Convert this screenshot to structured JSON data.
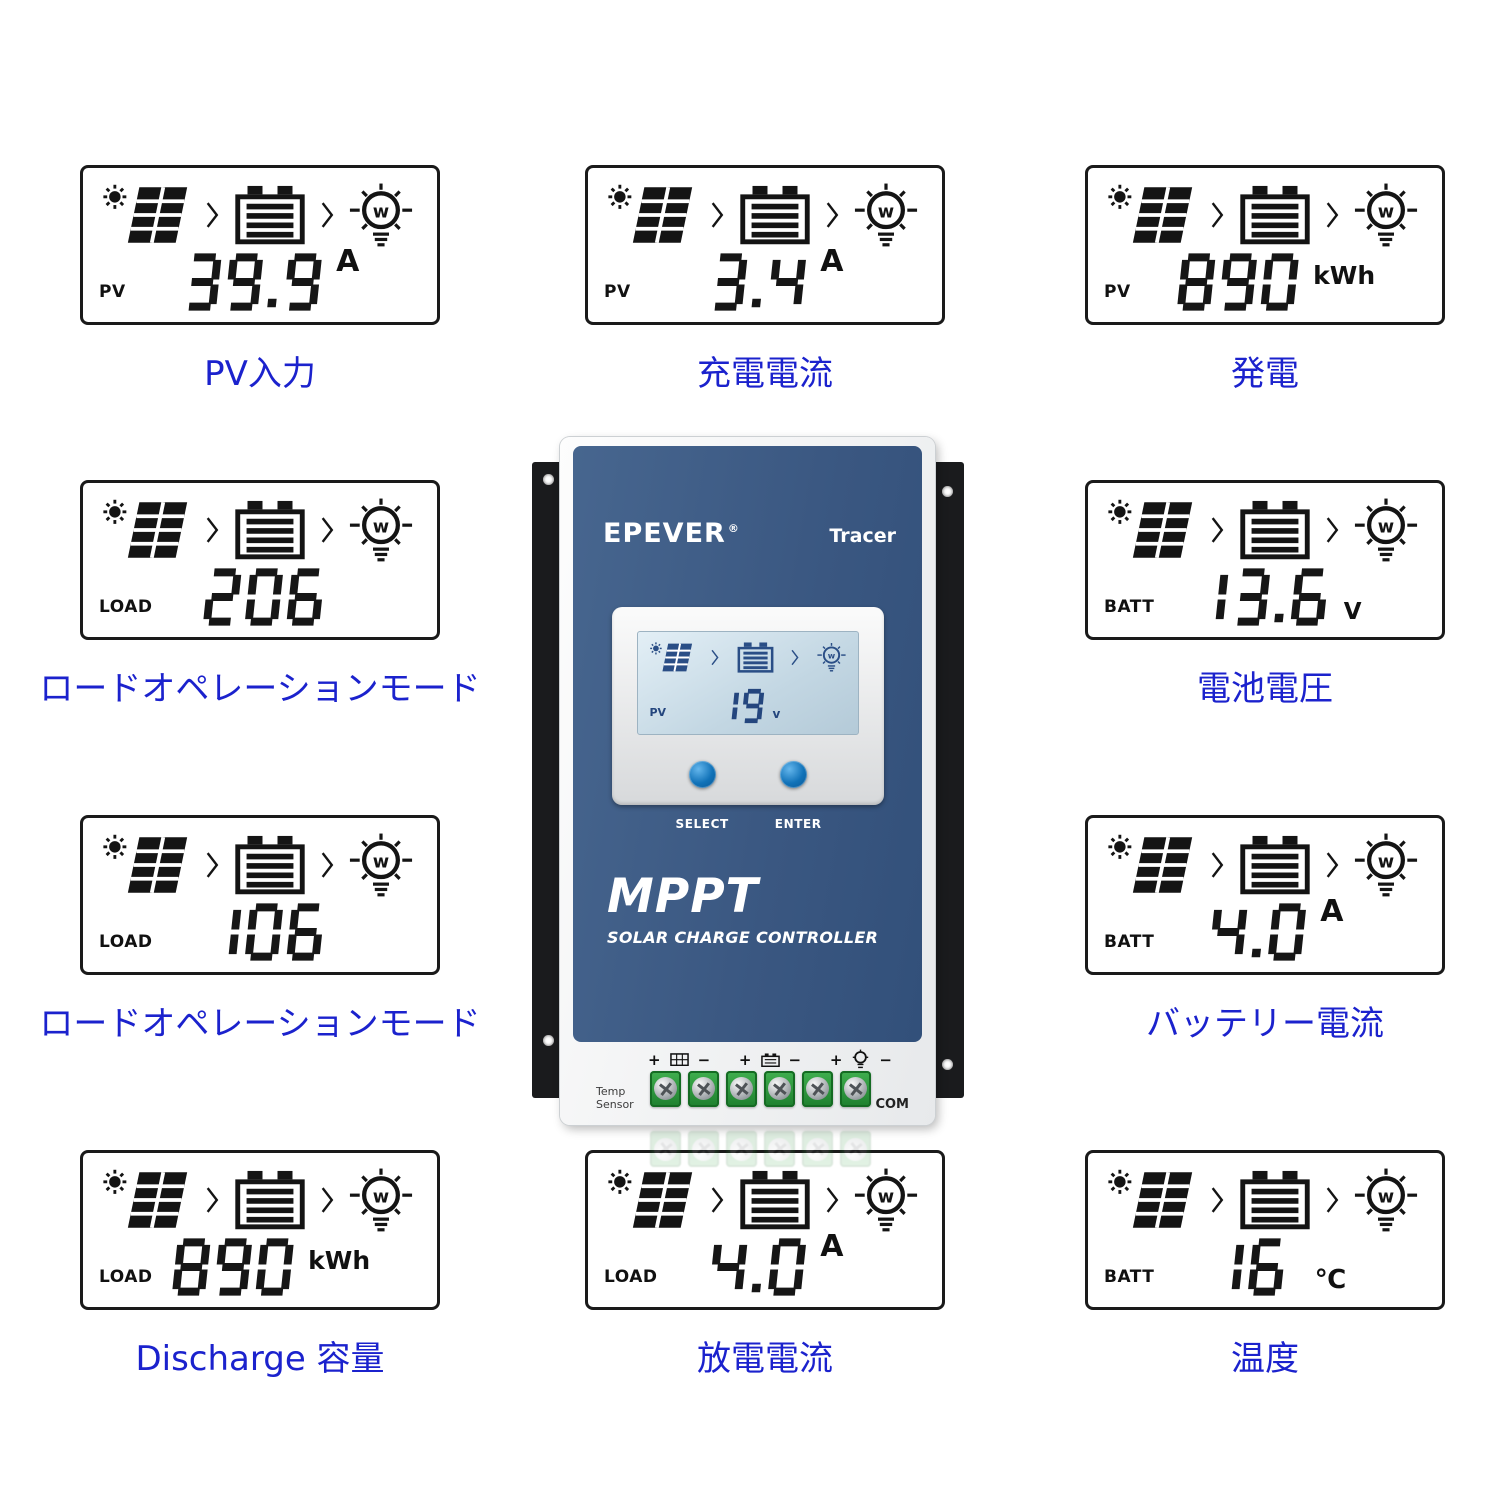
{
  "accent_color": "#1b22cd",
  "panels": [
    {
      "mode": "PV",
      "value": "39.9",
      "unit": "A",
      "caption": "PV入力"
    },
    {
      "mode": "PV",
      "value": "3.4",
      "unit": "A",
      "caption": "充電電流"
    },
    {
      "mode": "PV",
      "value": "890",
      "unit": "kWh",
      "caption": "発電"
    },
    {
      "mode": "LOAD",
      "value": "206",
      "unit": "",
      "caption": "ロードオペレーションモード"
    },
    {
      "mode": "BATT",
      "value": "13.6",
      "unit": "V",
      "caption": "電池電圧"
    },
    {
      "mode": "LOAD",
      "value": "106",
      "unit": "",
      "caption": "ロードオペレーションモード"
    },
    {
      "mode": "BATT",
      "value": "4.0",
      "unit": "A",
      "caption": "バッテリー電流"
    },
    {
      "mode": "LOAD",
      "value": "890",
      "unit": "kWh",
      "caption": "Discharge 容量"
    },
    {
      "mode": "LOAD",
      "value": "4.0",
      "unit": "A",
      "caption": "放電電流"
    },
    {
      "mode": "BATT",
      "value": "16",
      "unit": "℃",
      "caption": "温度"
    }
  ],
  "device": {
    "brand": "EPEVER",
    "registered": "®",
    "model": "Tracer",
    "screen": {
      "mode": "PV",
      "value": "19",
      "unit": "v"
    },
    "select_label": "SELECT",
    "enter_label": "ENTER",
    "product_line": "MPPT",
    "product_subtitle": "SOLAR CHARGE CONTROLLER",
    "terminal_groups": [
      {
        "plus": "+",
        "minus": "−",
        "type": "pv"
      },
      {
        "plus": "+",
        "minus": "−",
        "type": "battery"
      },
      {
        "plus": "+",
        "minus": "−",
        "type": "load"
      }
    ],
    "temp_sensor_label": "Temp Sensor",
    "com_label": "COM"
  }
}
